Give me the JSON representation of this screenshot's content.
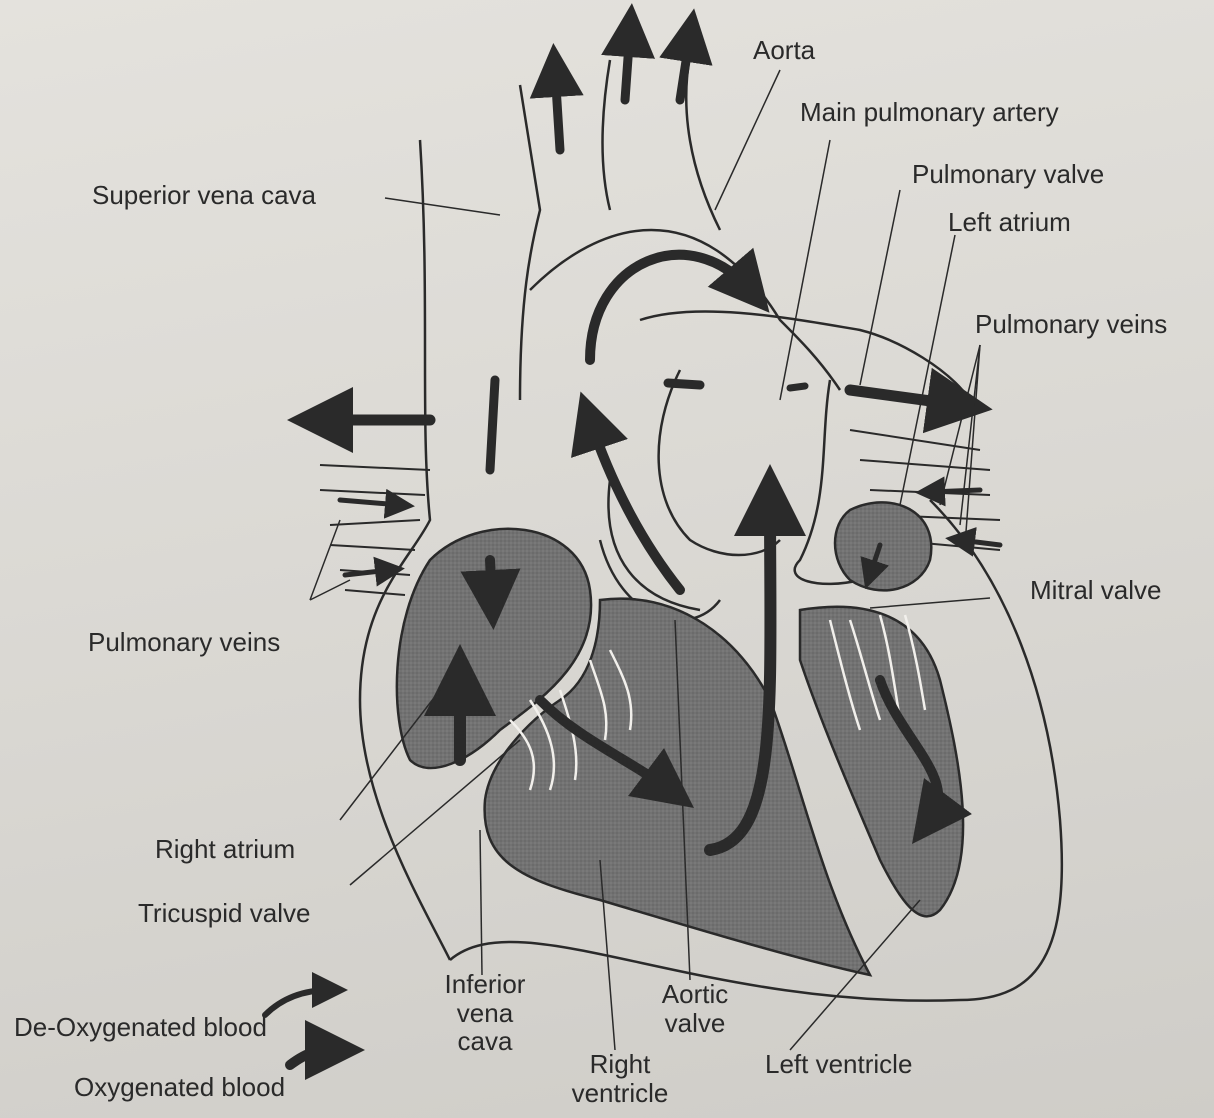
{
  "labels": {
    "aorta": "Aorta",
    "main_pulmonary_artery": "Main pulmonary artery",
    "superior_vena_cava": "Superior vena cava",
    "pulmonary_valve": "Pulmonary valve",
    "left_atrium": "Left atrium",
    "pulmonary_veins_right": "Pulmonary veins",
    "mitral_valve": "Mitral valve",
    "pulmonary_veins_left": "Pulmonary veins",
    "right_atrium": "Right atrium",
    "tricuspid_valve": "Tricuspid valve",
    "inferior_vena_cava": [
      "Inferior",
      "vena",
      "cava"
    ],
    "aortic_valve": [
      "Aortic",
      "valve"
    ],
    "right_ventricle": [
      "Right",
      "ventricle"
    ],
    "left_ventricle": "Left ventricle"
  },
  "legend": {
    "deoxygenated": "De-Oxygenated blood",
    "oxygenated": "Oxygenated blood"
  },
  "colors": {
    "paper": "#e2e0db",
    "ink": "#2a2a2a",
    "chamber_fill": "#6e6e6e",
    "chamber_fill_light": "#8a8a8a"
  }
}
